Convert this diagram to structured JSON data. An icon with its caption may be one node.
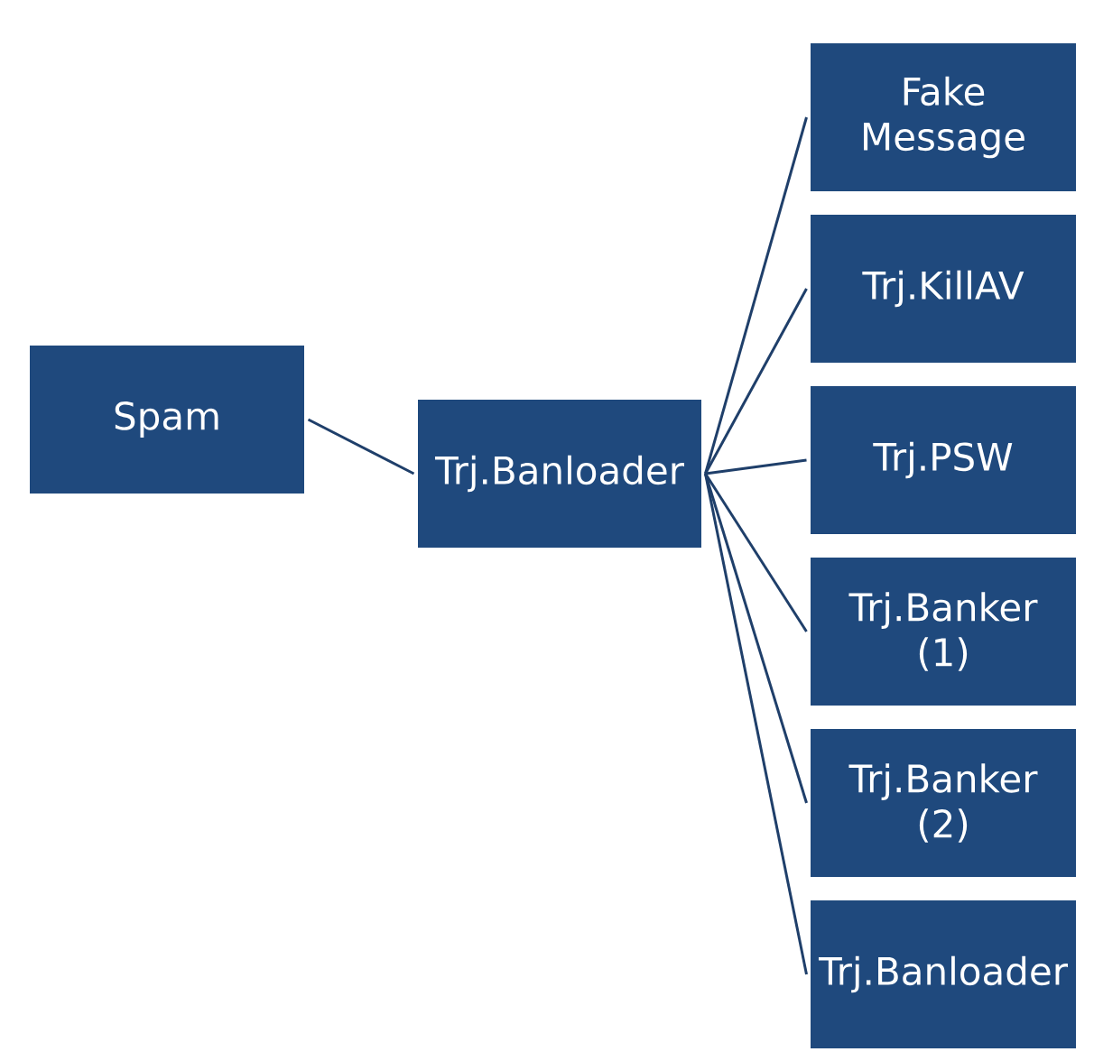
{
  "diagram": {
    "nodes": [
      {
        "text": [
          "Spam"
        ]
      },
      {
        "text": [
          "Trj.Banloader"
        ]
      },
      {
        "text": [
          "Fake Message"
        ]
      },
      {
        "text": [
          "Trj.KillAV"
        ]
      },
      {
        "text": [
          "Trj.PSW"
        ]
      },
      {
        "text": [
          "Trj.Banker (1)"
        ]
      },
      {
        "text": [
          "Trj.Banker (2)"
        ]
      },
      {
        "text": [
          "Trj.Banloader"
        ]
      }
    ],
    "edges": [
      {
        "from": 0,
        "to": 1,
        "arrow": "none"
      },
      {
        "from": 1,
        "to": 2,
        "arrow": "none"
      },
      {
        "from": 1,
        "to": 3,
        "arrow": "none"
      },
      {
        "from": 1,
        "to": 4,
        "arrow": "none"
      },
      {
        "from": 1,
        "to": 5,
        "arrow": "none"
      },
      {
        "from": 1,
        "to": 6,
        "arrow": "none"
      },
      {
        "from": 1,
        "to": 7,
        "arrow": "none"
      }
    ]
  }
}
